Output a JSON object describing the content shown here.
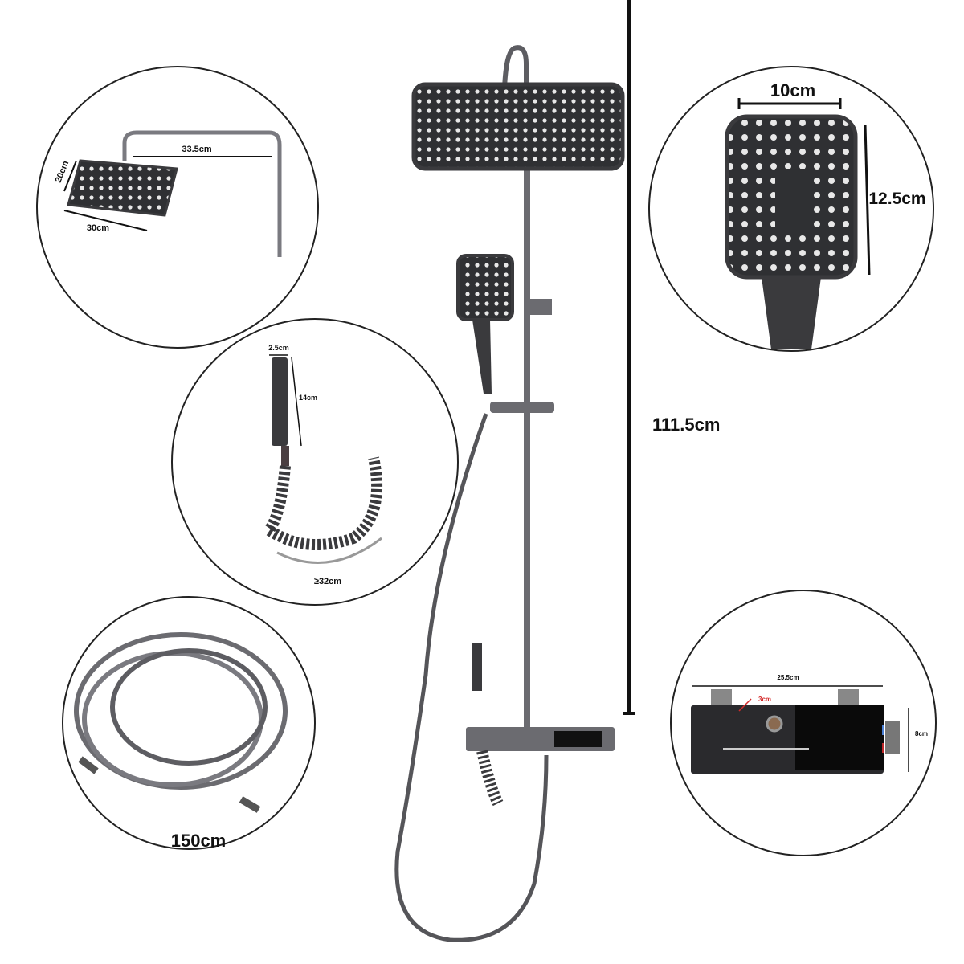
{
  "main_product": {
    "height_label": "111.5cm"
  },
  "callouts": {
    "overhead_shower": {
      "arm_length": "33.5cm",
      "depth": "20cm",
      "width": "30cm"
    },
    "handheld_shower": {
      "width": "10cm",
      "height": "12.5cm"
    },
    "bidet_sprayer": {
      "diameter": "2.5cm",
      "length": "14cm",
      "coil_length": "≥32cm"
    },
    "hose": {
      "length": "150cm"
    },
    "control_panel": {
      "width": "25.5cm",
      "inlet_offset": "3cm",
      "height": "8cm"
    }
  },
  "colors": {
    "product": "#3a3a3d",
    "metal": "#6b6b70",
    "nozzle": "#e8e8e8",
    "accent_red": "#d42a2a",
    "hot": "#c0282a",
    "cold": "#4a7fd4"
  }
}
